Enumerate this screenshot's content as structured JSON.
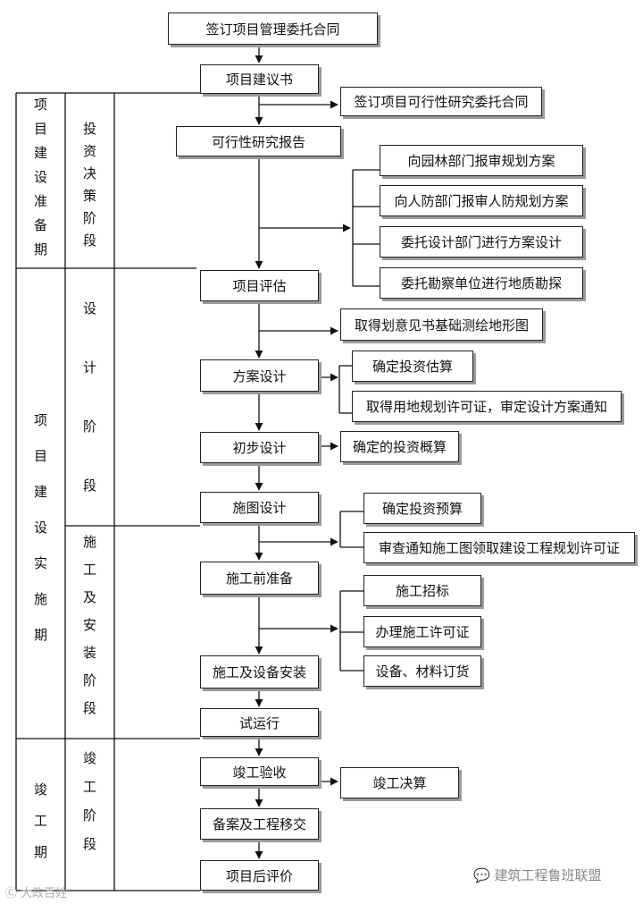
{
  "nodes": {
    "sign_contract": "签订项目管理委托合同",
    "proposal": "项目建议书",
    "feasibility_contract": "签订项目可行性研究委托合同",
    "feasibility_report": "可行性研究报告",
    "garden_dept": "向园林部门报审规划方案",
    "civil_defense": "向人防部门报审人防规划方案",
    "design_dept": "委托设计部门进行方案设计",
    "survey": "委托勘察单位进行地质勘探",
    "evaluation": "项目评估",
    "opinion_letter": "取得划意见书基础测绘地形图",
    "scheme_design": "方案设计",
    "investment_estimate": "确定投资估算",
    "land_permit": "取得用地规划许可证，审定设计方案通知",
    "preliminary_design": "初步设计",
    "investment_budget_rough": "确定的投资概算",
    "construction_drawing": "施图设计",
    "investment_budget": "确定投资预算",
    "review_notice": "审查通知施工图领取建设工程规划许可证",
    "pre_construction": "施工前准备",
    "tender": "施工招标",
    "construction_permit": "办理施工许可证",
    "equipment_order": "设备、材料订货",
    "installation": "施工及设备安装",
    "trial_run": "试运行",
    "acceptance": "竣工验收",
    "final_accounts": "竣工决算",
    "filing": "备案及工程移交",
    "post_evaluation": "项目后评价"
  },
  "phases": {
    "preparation": [
      "项",
      "目",
      "建",
      "设",
      "准",
      "备",
      "期"
    ],
    "implementation": [
      "项",
      "目",
      "建",
      "设",
      "实",
      "施",
      "期"
    ],
    "completion": [
      "竣",
      "工",
      "期"
    ]
  },
  "stages": {
    "investment": [
      "投",
      "资",
      "决",
      "策",
      "阶",
      "段"
    ],
    "design": [
      "设",
      "计",
      "阶",
      "段"
    ],
    "construction": [
      "施",
      "工",
      "及",
      "安",
      "装",
      "阶",
      "段"
    ],
    "completion": [
      "竣",
      "工",
      "阶",
      "段"
    ]
  },
  "watermark": {
    "brand": "建筑工程鲁班联盟",
    "corner": "大政百姓"
  }
}
